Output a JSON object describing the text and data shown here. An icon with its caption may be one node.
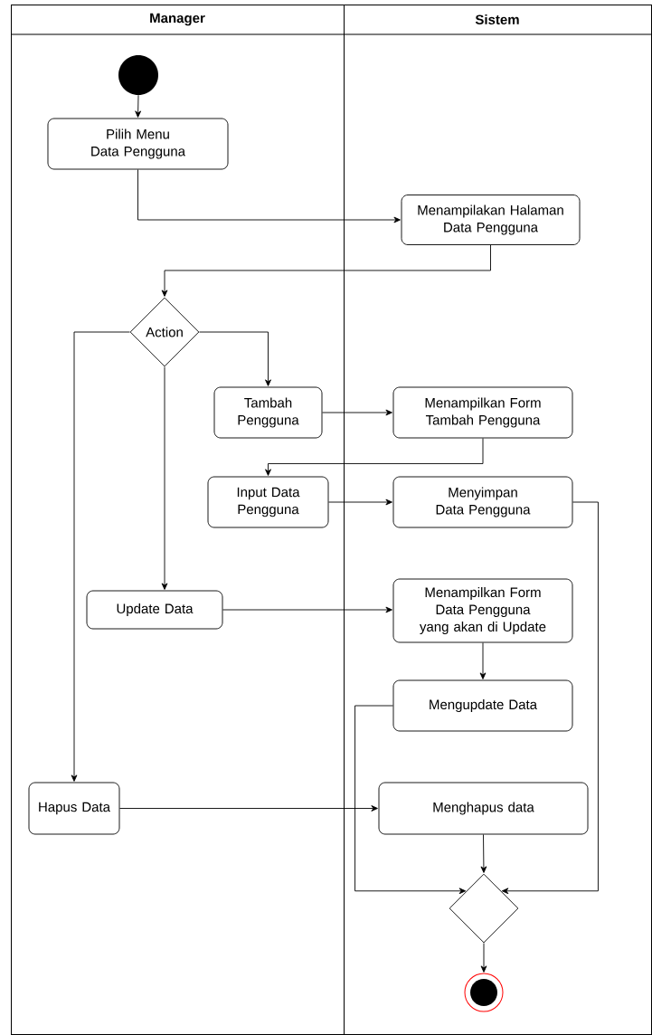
{
  "diagram": {
    "nodes": [
      {
        "text": [
          "Manager"
        ]
      },
      {
        "text": [
          "Sistem"
        ]
      },
      {
        "text": [],
        "shape": "circle",
        "in": 0
      },
      {
        "text": [
          "Pilih Menu Data Pengguna"
        ],
        "in": 0
      },
      {
        "text": [
          "Menampilakan Halaman Data Pengguna"
        ],
        "in": 1
      },
      {
        "text": [
          "Action"
        ],
        "in": 0
      },
      {
        "text": [
          "Tambah Pengguna"
        ],
        "in": 0
      },
      {
        "text": [
          "Menampilkan Form Tambah Pengguna"
        ],
        "in": 1
      },
      {
        "text": [
          "Input Data Pengguna"
        ],
        "in": 0
      },
      {
        "text": [
          "Menyimpan Data Pengguna"
        ],
        "in": 1
      },
      {
        "text": [
          "Update Data"
        ],
        "in": 0
      },
      {
        "text": [
          "Menampilkan Form Data Pengguna yang akan di Update"
        ],
        "in": 1
      },
      {
        "text": [
          "Mengupdate Data"
        ],
        "in": 1
      },
      {
        "text": [
          "Hapus Data"
        ],
        "in": 0
      },
      {
        "text": [
          "Menghapus data"
        ],
        "in": 1
      },
      {
        "text": [],
        "shape": "diamond",
        "in": 1
      },
      {
        "text": [],
        "shape": "circle",
        "in": 1
      }
    ],
    "edges": [
      {
        "from": 2,
        "to": 3,
        "arrow": "to"
      },
      {
        "from": 3,
        "to": 4,
        "arrow": "to"
      },
      {
        "from": 4,
        "to": 5,
        "arrow": "to"
      },
      {
        "from": 5,
        "to": 6,
        "arrow": "to"
      },
      {
        "from": 5,
        "to": 10,
        "arrow": "to"
      },
      {
        "from": 5,
        "to": 13,
        "arrow": "to"
      },
      {
        "from": 6,
        "to": 7,
        "arrow": "to"
      },
      {
        "from": 7,
        "to": 8,
        "arrow": "to"
      },
      {
        "from": 8,
        "to": 9,
        "arrow": "to"
      },
      {
        "from": 9,
        "to": 15,
        "arrow": "to"
      },
      {
        "from": 10,
        "to": 11,
        "arrow": "to"
      },
      {
        "from": 11,
        "to": 12,
        "arrow": "to"
      },
      {
        "from": 12,
        "to": 15,
        "arrow": "to"
      },
      {
        "from": 13,
        "to": 14,
        "arrow": "to"
      },
      {
        "from": 14,
        "to": 15,
        "arrow": "to"
      },
      {
        "from": 15,
        "to": 16,
        "arrow": "to"
      }
    ]
  }
}
